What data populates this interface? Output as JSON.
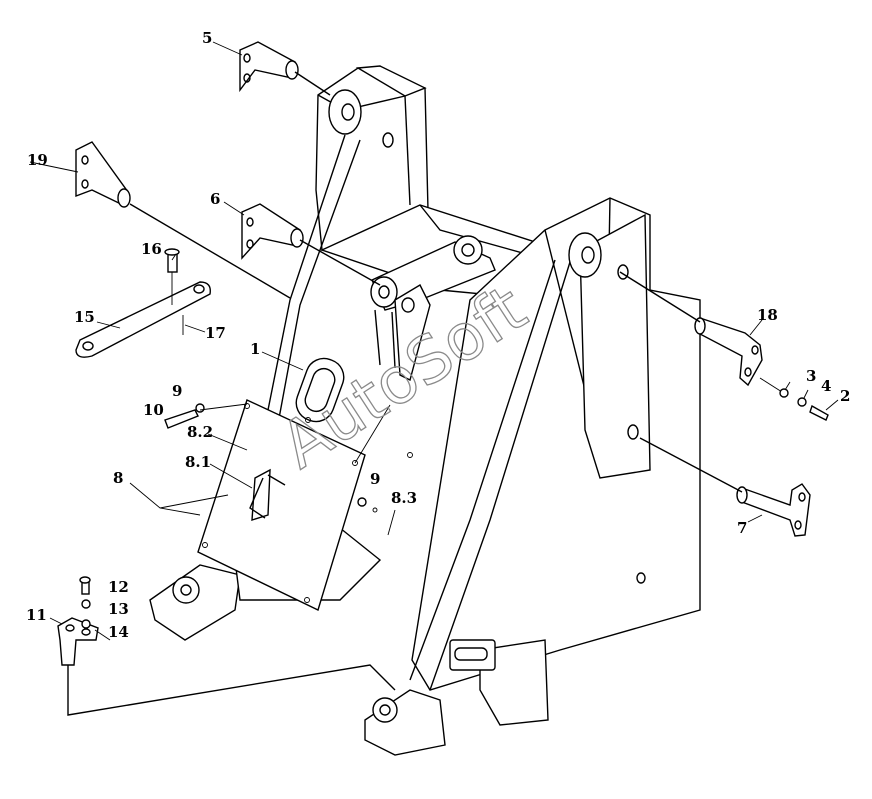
{
  "callouts": [
    {
      "id": "c5",
      "text": "5"
    },
    {
      "id": "c19",
      "text": "19"
    },
    {
      "id": "c6",
      "text": "6"
    },
    {
      "id": "c16",
      "text": "16"
    },
    {
      "id": "c15",
      "text": "15"
    },
    {
      "id": "c17",
      "text": "17"
    },
    {
      "id": "c1",
      "text": "1"
    },
    {
      "id": "c9a",
      "text": "9"
    },
    {
      "id": "c10",
      "text": "10"
    },
    {
      "id": "c82",
      "text": "8.2"
    },
    {
      "id": "c81",
      "text": "8.1"
    },
    {
      "id": "c8",
      "text": "8"
    },
    {
      "id": "c9b",
      "text": "9"
    },
    {
      "id": "c83",
      "text": "8.3"
    },
    {
      "id": "c12",
      "text": "12"
    },
    {
      "id": "c13",
      "text": "13"
    },
    {
      "id": "c11",
      "text": "11"
    },
    {
      "id": "c14",
      "text": "14"
    },
    {
      "id": "c18",
      "text": "18"
    },
    {
      "id": "c3",
      "text": "3"
    },
    {
      "id": "c4",
      "text": "4"
    },
    {
      "id": "c2",
      "text": "2"
    },
    {
      "id": "c7",
      "text": "7"
    }
  ],
  "watermark": "AutoSoft"
}
